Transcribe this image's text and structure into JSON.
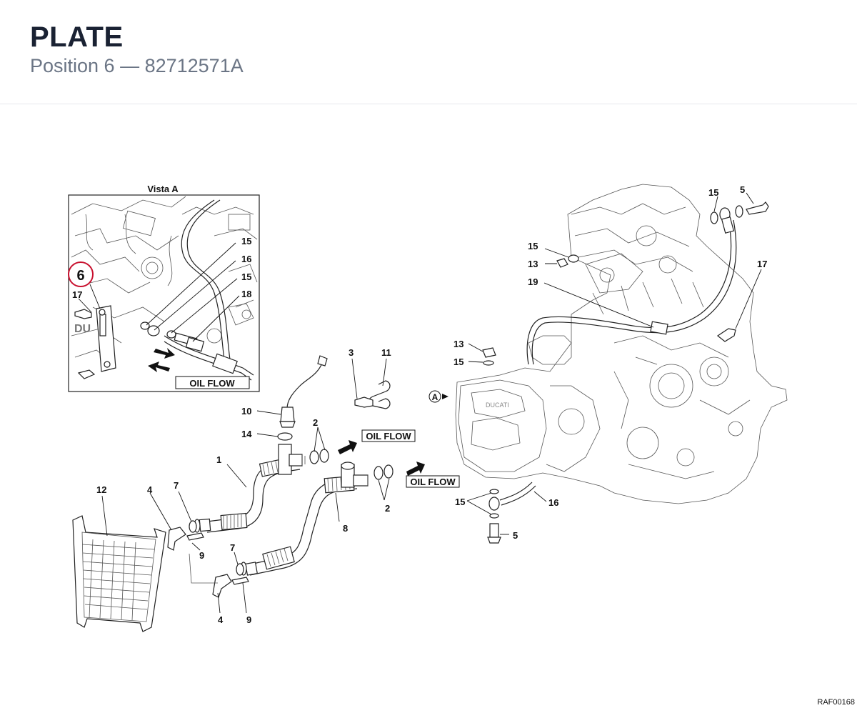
{
  "header": {
    "title": "PLATE",
    "subtitle": "Position 6 — 82712571A"
  },
  "inset": {
    "title": "Vista A",
    "highlight_label": "6",
    "labels": [
      "15",
      "16",
      "15",
      "18",
      "17"
    ],
    "flow_label": "OIL FLOW"
  },
  "callouts": {
    "n1": "1",
    "n2a": "2",
    "n2b": "2",
    "n3": "3",
    "n4a": "4",
    "n4b": "4",
    "n5a": "5",
    "n5b": "5",
    "n7a": "7",
    "n7b": "7",
    "n8": "8",
    "n9a": "9",
    "n9b": "9",
    "n10": "10",
    "n11": "11",
    "n12": "12",
    "n13a": "13",
    "n13b": "13",
    "n14": "14",
    "n15a": "15",
    "n15b": "15",
    "n15c": "15",
    "n15d": "15",
    "n16": "16",
    "n17": "17",
    "n19": "19",
    "view_a": "A"
  },
  "flow_labels": {
    "left": "OIL FLOW",
    "right": "OIL FLOW"
  },
  "footer": {
    "code": "RAF00168"
  },
  "colors": {
    "highlight": "#c8102e",
    "ink": "#111111",
    "title": "#1a2233",
    "subtitle": "#6b7585"
  }
}
